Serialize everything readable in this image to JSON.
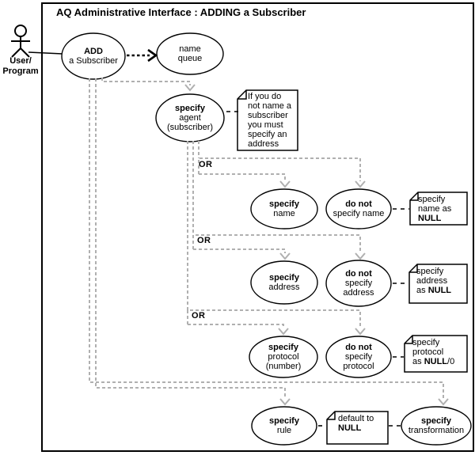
{
  "title": "AQ Administrative Interface : ADDING a Subscriber",
  "actor": {
    "l1": "User/",
    "l2": "Program"
  },
  "or_label": "OR",
  "usecases": {
    "add": {
      "l1": "ADD",
      "l2": "a Subscriber"
    },
    "name_queue": {
      "l1": "name",
      "l2": "queue"
    },
    "agent": {
      "l1": "specify",
      "l2": "agent",
      "l3": "(subscriber)"
    },
    "specify_name": {
      "l1": "specify",
      "l2": "name"
    },
    "do_not_name": {
      "l1": "do not",
      "l2": "specify name"
    },
    "specify_address": {
      "l1": "specify",
      "l2": "address"
    },
    "do_not_address": {
      "l1": "do not",
      "l2": "specify",
      "l3": "address"
    },
    "specify_protocol": {
      "l1": "specify",
      "l2": "protocol",
      "l3": "(number)"
    },
    "do_not_protocol": {
      "l1": "do not",
      "l2": "specify",
      "l3": "protocol"
    },
    "specify_rule": {
      "l1": "specify",
      "l2": "rule"
    },
    "specify_transformation": {
      "l1": "specify",
      "l2": "transformation"
    }
  },
  "notes": {
    "agent": {
      "l1": "If you do",
      "l2": "not name a",
      "l3": "subscriber",
      "l4": "you must",
      "l5": "specify an",
      "l6": "address"
    },
    "name": {
      "l1": "specify",
      "l2": "name as",
      "l3_bold": "NULL"
    },
    "address": {
      "l1": "specify",
      "l2": "address",
      "l3_prefix": "as ",
      "l3_bold": "NULL"
    },
    "protocol": {
      "l1": "specify",
      "l2": "protocol",
      "l3_prefix": "as ",
      "l3_bold": "NULL",
      "l3_suffix": "/0"
    },
    "rule": {
      "l1": "default to",
      "l2_bold": "NULL"
    }
  },
  "colors": {
    "line_gray": "#b0b0b0",
    "stroke": "#000000",
    "background": "#ffffff"
  }
}
